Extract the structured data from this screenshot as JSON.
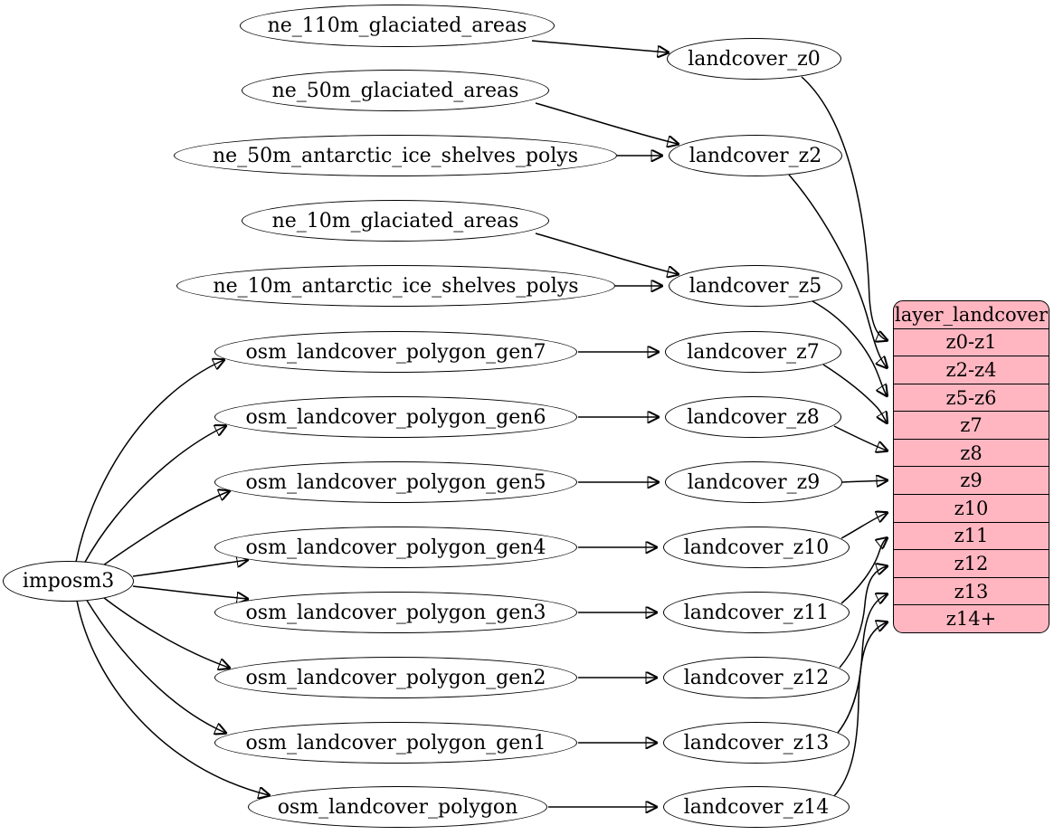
{
  "diagram_type": "graphviz-dependency-flow",
  "colors": {
    "background": "#ffffff",
    "node_fill": "#ffffff",
    "node_stroke": "#000000",
    "edge_color": "#000000",
    "record_fill": "#ffb6c1"
  },
  "nodes": {
    "imposm3": "imposm3",
    "ne_110m_glaciated_areas": "ne_110m_glaciated_areas",
    "ne_50m_glaciated_areas": "ne_50m_glaciated_areas",
    "ne_50m_antarctic_ice_shelves_polys": "ne_50m_antarctic_ice_shelves_polys",
    "ne_10m_glaciated_areas": "ne_10m_glaciated_areas",
    "ne_10m_antarctic_ice_shelves_polys": "ne_10m_antarctic_ice_shelves_polys",
    "osm_landcover_polygon_gen7": "osm_landcover_polygon_gen7",
    "osm_landcover_polygon_gen6": "osm_landcover_polygon_gen6",
    "osm_landcover_polygon_gen5": "osm_landcover_polygon_gen5",
    "osm_landcover_polygon_gen4": "osm_landcover_polygon_gen4",
    "osm_landcover_polygon_gen3": "osm_landcover_polygon_gen3",
    "osm_landcover_polygon_gen2": "osm_landcover_polygon_gen2",
    "osm_landcover_polygon_gen1": "osm_landcover_polygon_gen1",
    "osm_landcover_polygon": "osm_landcover_polygon",
    "landcover_z0": "landcover_z0",
    "landcover_z2": "landcover_z2",
    "landcover_z5": "landcover_z5",
    "landcover_z7": "landcover_z7",
    "landcover_z8": "landcover_z8",
    "landcover_z9": "landcover_z9",
    "landcover_z10": "landcover_z10",
    "landcover_z11": "landcover_z11",
    "landcover_z12": "landcover_z12",
    "landcover_z13": "landcover_z13",
    "landcover_z14": "landcover_z14"
  },
  "record": {
    "title": "layer_landcover",
    "rows": [
      "z0-z1",
      "z2-z4",
      "z5-z6",
      "z7",
      "z8",
      "z9",
      "z10",
      "z11",
      "z12",
      "z13",
      "z14+"
    ]
  },
  "edges": [
    {
      "from": "ne_110m_glaciated_areas",
      "to": "landcover_z0"
    },
    {
      "from": "ne_50m_glaciated_areas",
      "to": "landcover_z2"
    },
    {
      "from": "ne_50m_antarctic_ice_shelves_polys",
      "to": "landcover_z2"
    },
    {
      "from": "ne_10m_glaciated_areas",
      "to": "landcover_z5"
    },
    {
      "from": "ne_10m_antarctic_ice_shelves_polys",
      "to": "landcover_z5"
    },
    {
      "from": "imposm3",
      "to": "osm_landcover_polygon_gen7"
    },
    {
      "from": "imposm3",
      "to": "osm_landcover_polygon_gen6"
    },
    {
      "from": "imposm3",
      "to": "osm_landcover_polygon_gen5"
    },
    {
      "from": "imposm3",
      "to": "osm_landcover_polygon_gen4"
    },
    {
      "from": "imposm3",
      "to": "osm_landcover_polygon_gen3"
    },
    {
      "from": "imposm3",
      "to": "osm_landcover_polygon_gen2"
    },
    {
      "from": "imposm3",
      "to": "osm_landcover_polygon_gen1"
    },
    {
      "from": "imposm3",
      "to": "osm_landcover_polygon"
    },
    {
      "from": "osm_landcover_polygon_gen7",
      "to": "landcover_z7"
    },
    {
      "from": "osm_landcover_polygon_gen6",
      "to": "landcover_z8"
    },
    {
      "from": "osm_landcover_polygon_gen5",
      "to": "landcover_z9"
    },
    {
      "from": "osm_landcover_polygon_gen4",
      "to": "landcover_z10"
    },
    {
      "from": "osm_landcover_polygon_gen3",
      "to": "landcover_z11"
    },
    {
      "from": "osm_landcover_polygon_gen2",
      "to": "landcover_z12"
    },
    {
      "from": "osm_landcover_polygon_gen1",
      "to": "landcover_z13"
    },
    {
      "from": "osm_landcover_polygon",
      "to": "landcover_z14"
    },
    {
      "from": "landcover_z0",
      "to": "layer_landcover:z0-z1"
    },
    {
      "from": "landcover_z2",
      "to": "layer_landcover:z2-z4"
    },
    {
      "from": "landcover_z5",
      "to": "layer_landcover:z5-z6"
    },
    {
      "from": "landcover_z7",
      "to": "layer_landcover:z7"
    },
    {
      "from": "landcover_z8",
      "to": "layer_landcover:z8"
    },
    {
      "from": "landcover_z9",
      "to": "layer_landcover:z9"
    },
    {
      "from": "landcover_z10",
      "to": "layer_landcover:z10"
    },
    {
      "from": "landcover_z11",
      "to": "layer_landcover:z11"
    },
    {
      "from": "landcover_z12",
      "to": "layer_landcover:z12"
    },
    {
      "from": "landcover_z13",
      "to": "layer_landcover:z13"
    },
    {
      "from": "landcover_z14",
      "to": "layer_landcover:z14+"
    }
  ]
}
